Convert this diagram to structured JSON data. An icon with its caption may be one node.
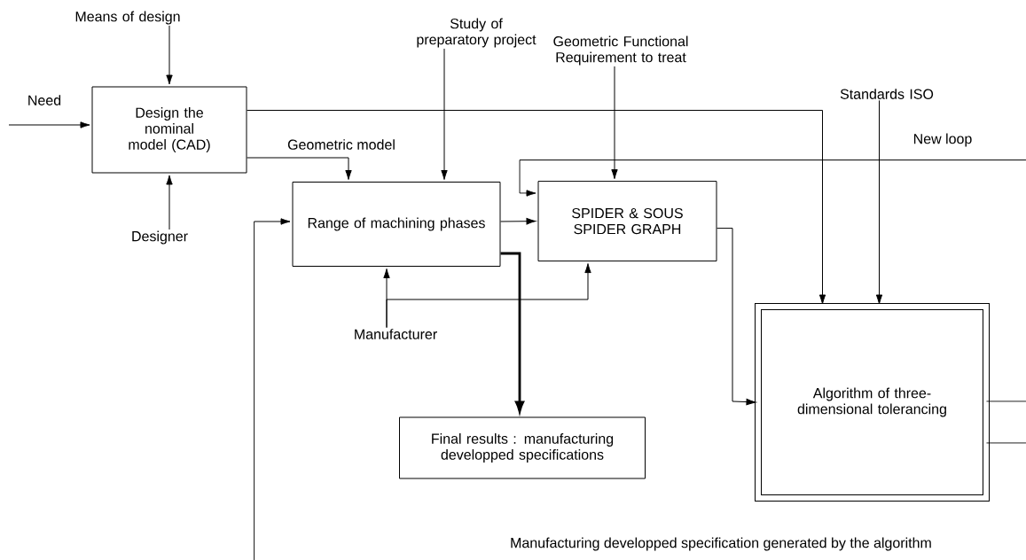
{
  "diagram": {
    "nodes": [
      {
        "text": [
          "Means of design"
        ]
      },
      {
        "text": [
          "Study of preparatory project"
        ]
      },
      {
        "text": [
          "Geometric Functional Requirement to treat"
        ]
      },
      {
        "text": [
          "Design the nominal model (CAD)"
        ]
      },
      {
        "text": [
          "Standards ISO"
        ]
      },
      {
        "text": [
          "Range of machining phases"
        ]
      },
      {
        "text": [
          "SPIDER & SOUS SPIDER GRAPH"
        ]
      },
      {
        "text": [
          "Designer"
        ]
      },
      {
        "text": [
          "Manufacturer"
        ]
      },
      {
        "text": [
          "Algorithm of three-dimensional tolerancing"
        ]
      },
      {
        "text": [
          "Final results : manufacturing developped specifications"
        ]
      }
    ],
    "edges": [
      {
        "from": 0,
        "to": 3,
        "arrow": "to"
      },
      {
        "from": null,
        "to": 3,
        "arrow": "to",
        "label": "Need"
      },
      {
        "from": 7,
        "to": 3,
        "arrow": "to"
      },
      {
        "from": 1,
        "to": 5,
        "arrow": "to"
      },
      {
        "from": 3,
        "to": 5,
        "arrow": "to",
        "label": "Geometric model"
      },
      {
        "from": 2,
        "to": 6,
        "arrow": "to"
      },
      {
        "from": 3,
        "to": 9,
        "arrow": "to"
      },
      {
        "from": 4,
        "to": 9,
        "arrow": "to"
      },
      {
        "from": null,
        "to": 6,
        "arrow": "to",
        "label": "New loop"
      },
      {
        "from": 5,
        "to": 6,
        "arrow": "to"
      },
      {
        "from": 8,
        "to": 5,
        "arrow": "to"
      },
      {
        "from": 8,
        "to": 6,
        "arrow": "to"
      },
      {
        "from": 6,
        "to": 9,
        "arrow": "to"
      },
      {
        "from": 5,
        "to": 10,
        "arrow": "to",
        "style": "thick"
      },
      {
        "from": null,
        "to": 5,
        "arrow": "to"
      },
      {
        "from": 9,
        "to": null,
        "arrow": "none"
      },
      {
        "from": 9,
        "to": null,
        "arrow": "none"
      }
    ],
    "labels": [
      "Manufacturing developped specification generated by the algorithm"
    ]
  }
}
